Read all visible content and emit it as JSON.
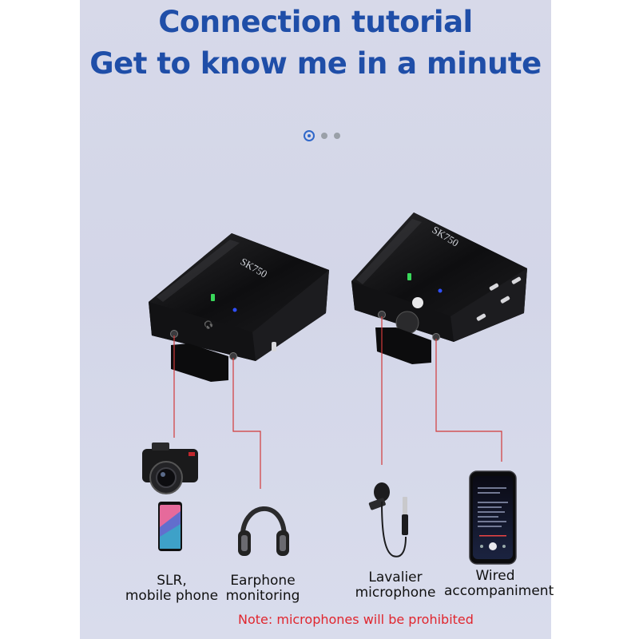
{
  "header": {
    "title_line1": "Connection tutorial",
    "title_line2": "Get to know me in a minute"
  },
  "pager": {
    "pages": 3,
    "active": 1
  },
  "devices": {
    "receiver_model": "SK750",
    "transmitter_model": "SK750"
  },
  "outputs": {
    "slr_label": "SLR,\nmobile phone",
    "earphone_label": "Earphone\nmonitoring",
    "lavalier_label": "Lavalier\nmicrophone",
    "wired_label": "Wired\naccompaniment"
  },
  "note": "Note: microphones will be prohibited",
  "colors": {
    "title": "#1f4ea8",
    "connector_line": "#d23a3a",
    "note": "#e0262e",
    "led_green": "#39d85a",
    "led_blue": "#2f4fff"
  }
}
